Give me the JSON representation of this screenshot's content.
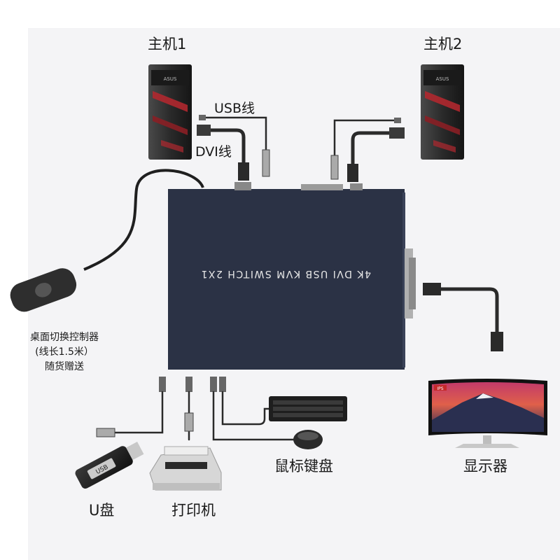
{
  "labels": {
    "host1": "主机1",
    "host2": "主机2",
    "usb_cable": "USB线",
    "dvi_cable": "DVI线",
    "switch_text": "4K DVI USB KVM SWITCH 2X1",
    "controller_line1": "桌面切换控制器",
    "controller_line2": "(线长1.5米）",
    "controller_line3": "随货赠送",
    "usb_drive": "U盘",
    "printer": "打印机",
    "mouse_keyboard": "鼠标键盘",
    "monitor": "显示器",
    "usb_stick_text": "USB",
    "monitor_badge": "IPS",
    "pc_brand": "ASUS"
  },
  "colors": {
    "switch_body": "#2b3245",
    "cable": "#2a2a2a",
    "pc_accent": "#c8303a"
  }
}
